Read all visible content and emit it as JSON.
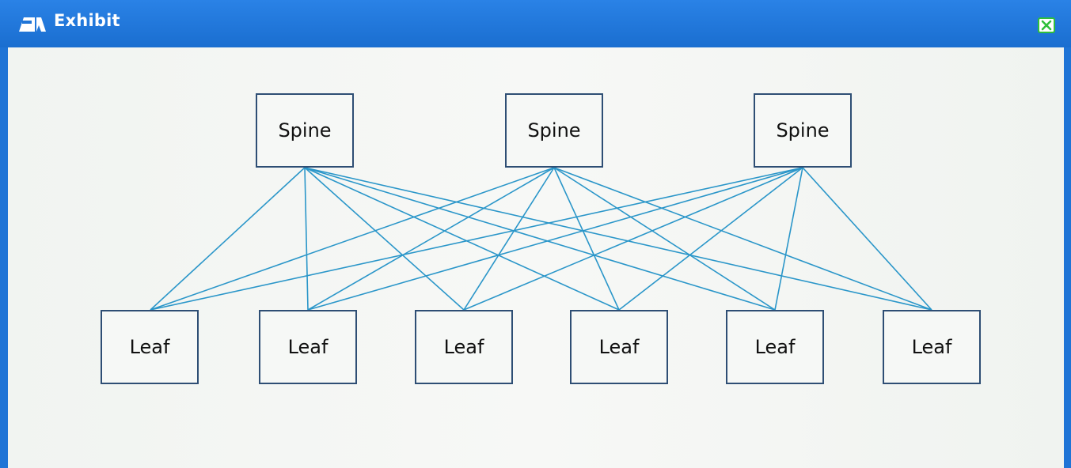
{
  "window": {
    "title": "Exhibit",
    "app_icon": "exhibit-icon",
    "close_icon": "close-icon",
    "accent_color": "#1f74d6",
    "link_color": "#2a96c9",
    "close_icon_color": "#2fbf3a"
  },
  "diagram": {
    "spines": [
      {
        "label": "Spine"
      },
      {
        "label": "Spine"
      },
      {
        "label": "Spine"
      }
    ],
    "leaves": [
      {
        "label": "Leaf"
      },
      {
        "label": "Leaf"
      },
      {
        "label": "Leaf"
      },
      {
        "label": "Leaf"
      },
      {
        "label": "Leaf"
      },
      {
        "label": "Leaf"
      }
    ],
    "topology": "full-mesh"
  }
}
